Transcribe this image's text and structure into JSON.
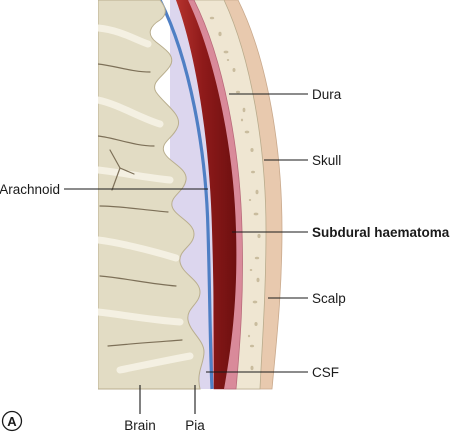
{
  "figure": {
    "panel_letter": "A"
  },
  "labels": {
    "dura": "Dura",
    "skull": "Skull",
    "arachnoid": "Arachnoid",
    "subdural_haematoma": "Subdural haematoma",
    "scalp": "Scalp",
    "csf": "CSF",
    "brain": "Brain",
    "pia": "Pia"
  },
  "colors": {
    "scalp": "#e8c9ae",
    "skull": "#efe6d2",
    "skull_pores": "#c9bc9e",
    "dura": "#d98a9a",
    "haematoma": "#8e1a1a",
    "arachnoid": "#4f7fc4",
    "csf": "#dcd6ee",
    "brain": "#e2dcc4",
    "brain_folds": "#f4f0e2",
    "sulcus_lines": "#7d7058"
  }
}
